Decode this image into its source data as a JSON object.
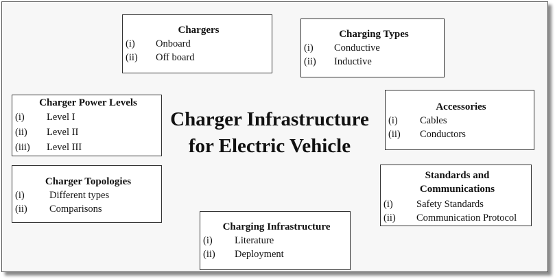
{
  "center_title": {
    "line1": "Charger Infrastructure",
    "line2": "for Electric Vehicle"
  },
  "boxes": {
    "chargers": {
      "title": "Chargers",
      "items": [
        {
          "num": "(i)",
          "text": "Onboard"
        },
        {
          "num": "(ii)",
          "text": "Off board"
        }
      ]
    },
    "charging_types": {
      "title": "Charging Types",
      "items": [
        {
          "num": "(i)",
          "text": "Conductive"
        },
        {
          "num": "(ii)",
          "text": "Inductive"
        }
      ]
    },
    "power_levels": {
      "title": "Charger Power Levels",
      "items": [
        {
          "num": "(i)",
          "text": "Level I"
        },
        {
          "num": "(ii)",
          "text": "Level II"
        },
        {
          "num": "(iii)",
          "text": "Level III"
        }
      ]
    },
    "accessories": {
      "title": "Accessories",
      "items": [
        {
          "num": "(i)",
          "text": "Cables"
        },
        {
          "num": "(ii)",
          "text": "Conductors"
        }
      ]
    },
    "topologies": {
      "title": "Charger Topologies",
      "items": [
        {
          "num": "(i)",
          "text": "Different types"
        },
        {
          "num": "(ii)",
          "text": "Comparisons"
        }
      ]
    },
    "standards": {
      "title_line1": "Standards and",
      "title_line2": "Communications",
      "items": [
        {
          "num": "(i)",
          "text": "Safety Standards"
        },
        {
          "num": "(ii)",
          "text": "Communication Protocol"
        }
      ]
    },
    "infrastructure": {
      "title": "Charging Infrastructure",
      "items": [
        {
          "num": "(i)",
          "text": "Literature"
        },
        {
          "num": "(ii)",
          "text": "Deployment"
        }
      ]
    }
  }
}
